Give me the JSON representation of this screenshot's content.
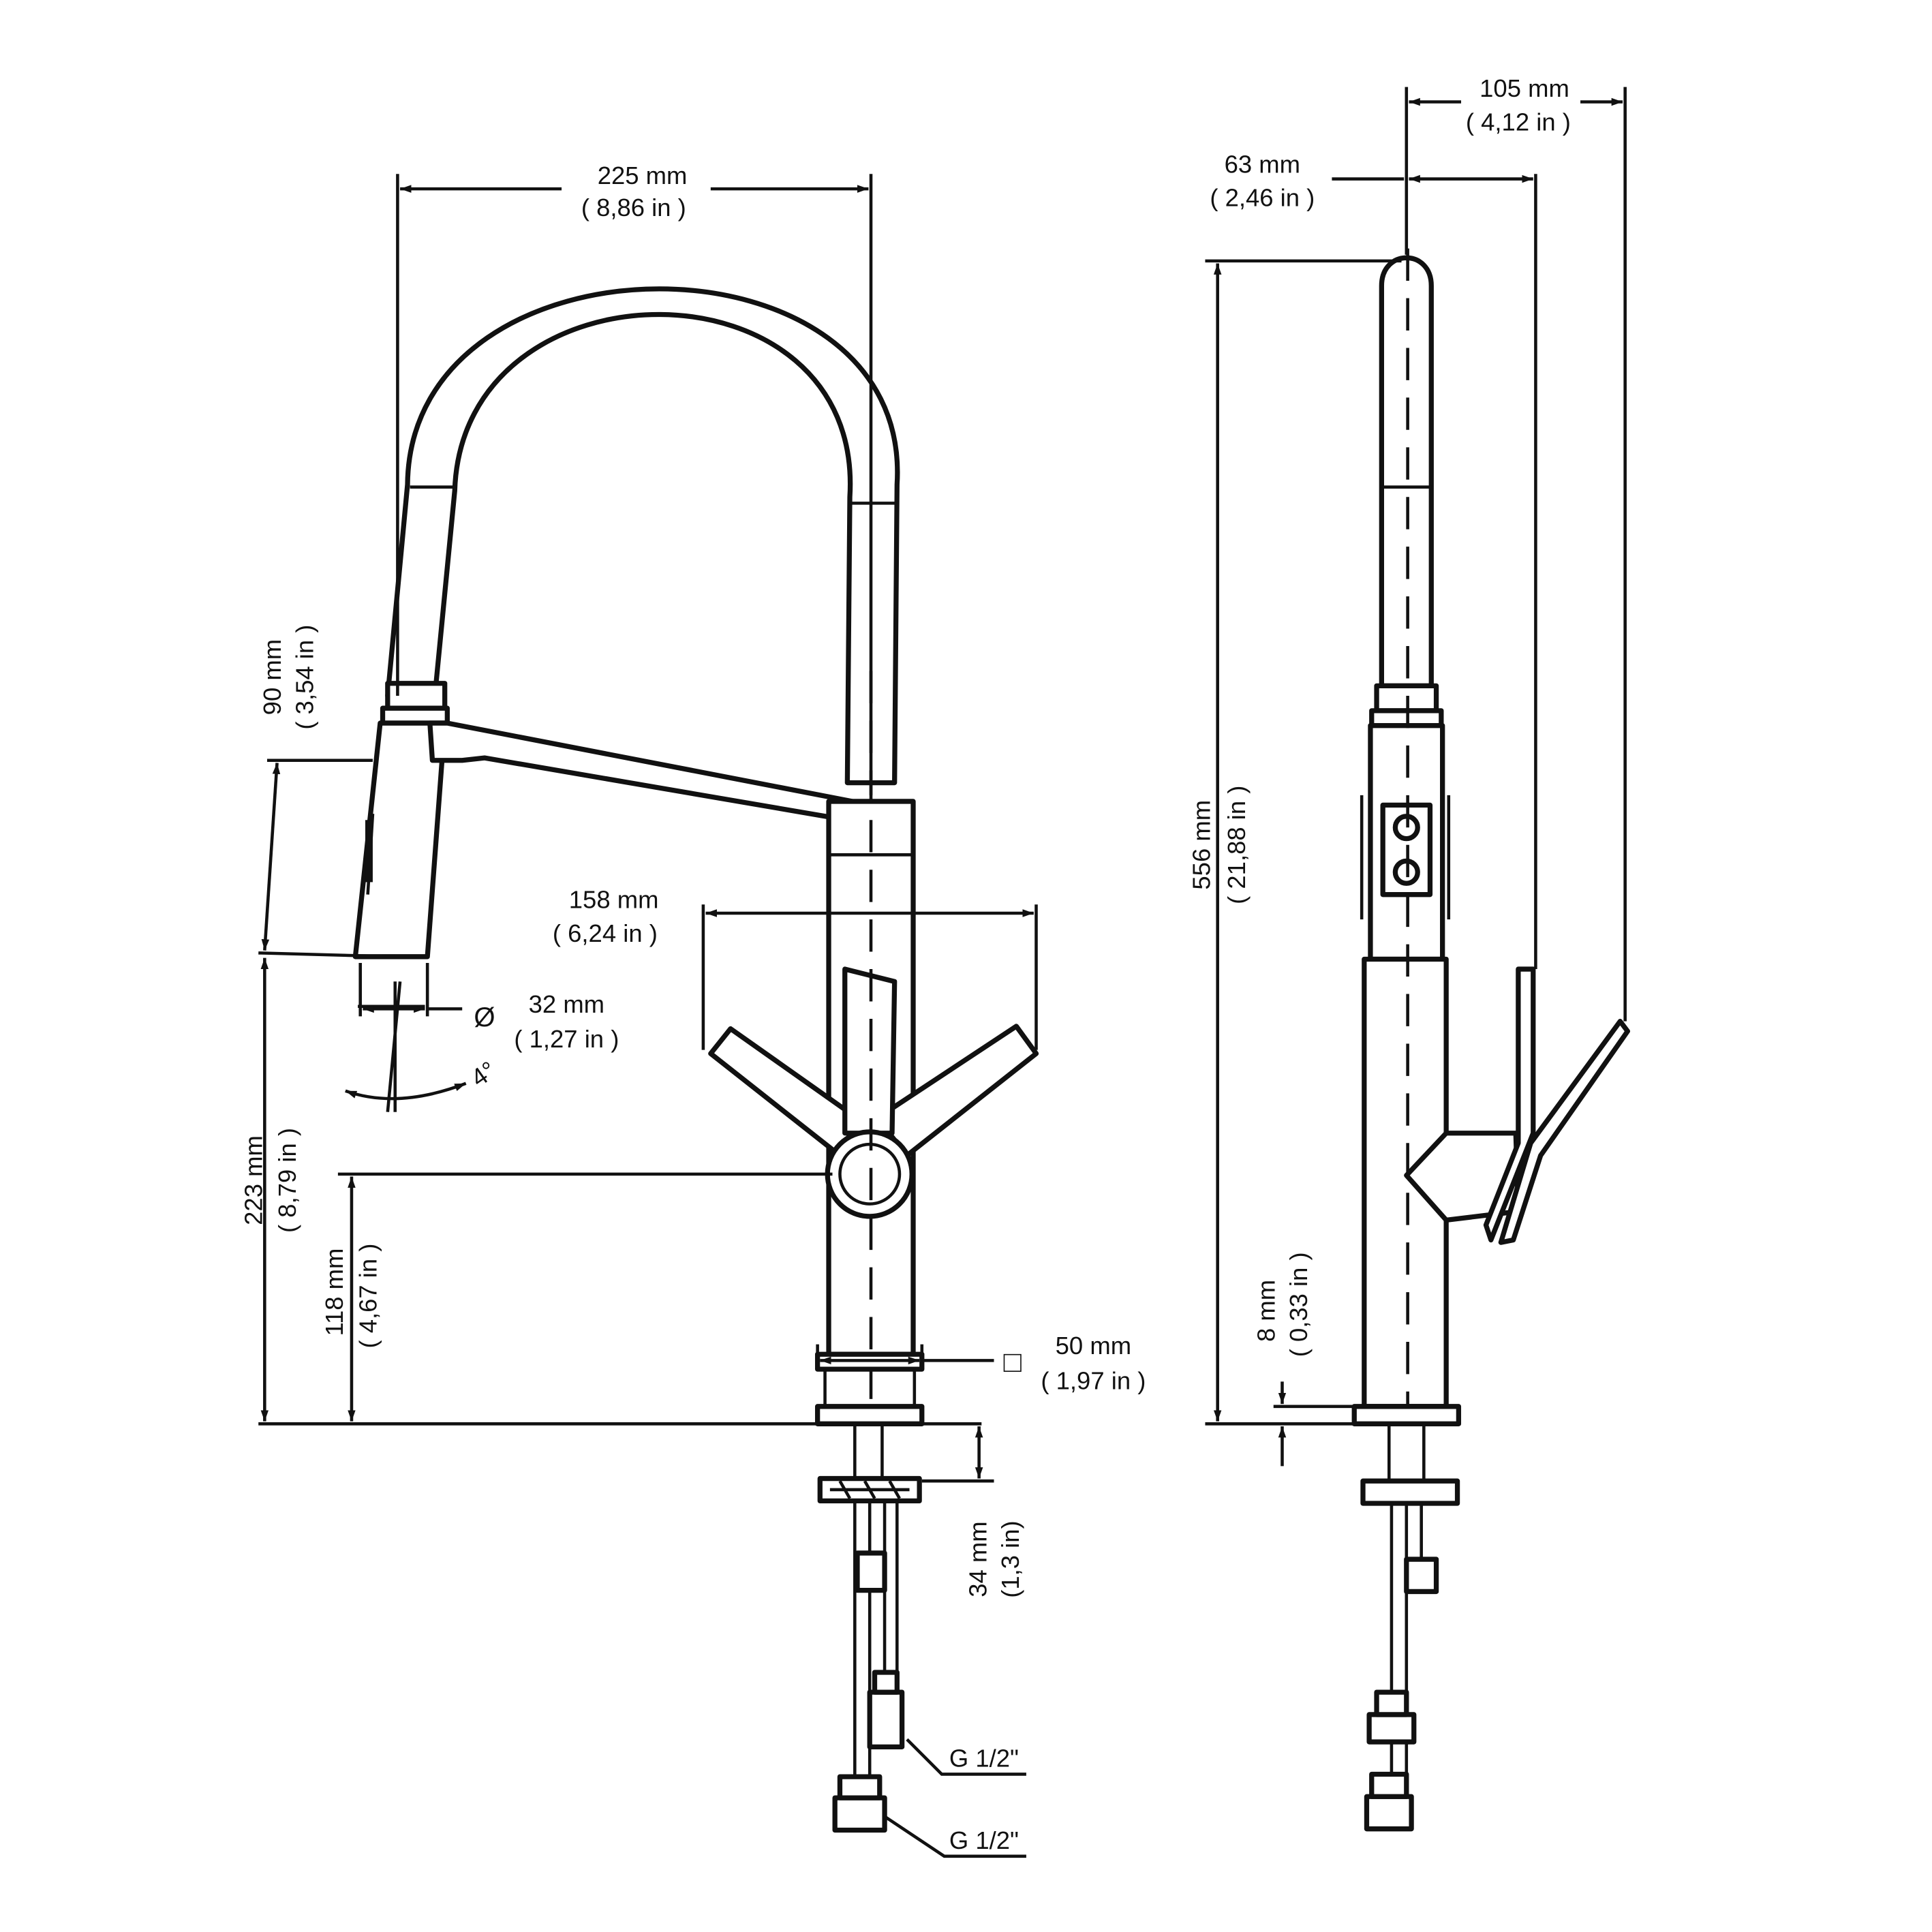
{
  "dimensions": {
    "width_225": {
      "mm": "225 mm",
      "in": "( 8,86 in )"
    },
    "height_90": {
      "mm": "90 mm",
      "in": "( 3,54 in )"
    },
    "reach_158": {
      "mm": "158 mm",
      "in": "( 6,24 in )"
    },
    "diam_32": {
      "symbol": "Ø",
      "mm": "32 mm",
      "in": "( 1,27 in )"
    },
    "angle_4": {
      "value": "4°"
    },
    "height_223": {
      "mm": "223 mm",
      "in": "( 8,79 in )"
    },
    "height_118": {
      "mm": "118 mm",
      "in": "( 4,67 in )"
    },
    "square_50": {
      "symbol": "□",
      "mm": "50 mm",
      "in": "( 1,97 in )"
    },
    "depth_34": {
      "mm": "34 mm",
      "in": "(1,3 in)"
    },
    "thread_1": {
      "label": "G 1/2\""
    },
    "thread_2": {
      "label": "G 1/2\""
    },
    "depth_105": {
      "mm": "105 mm",
      "in": "( 4,12 in )"
    },
    "depth_63": {
      "mm": "63 mm",
      "in": "( 2,46 in )"
    },
    "height_556": {
      "mm": "556 mm",
      "in": "( 21,88 in )"
    },
    "base_8": {
      "mm": "8 mm",
      "in": "( 0,33 in )"
    }
  }
}
